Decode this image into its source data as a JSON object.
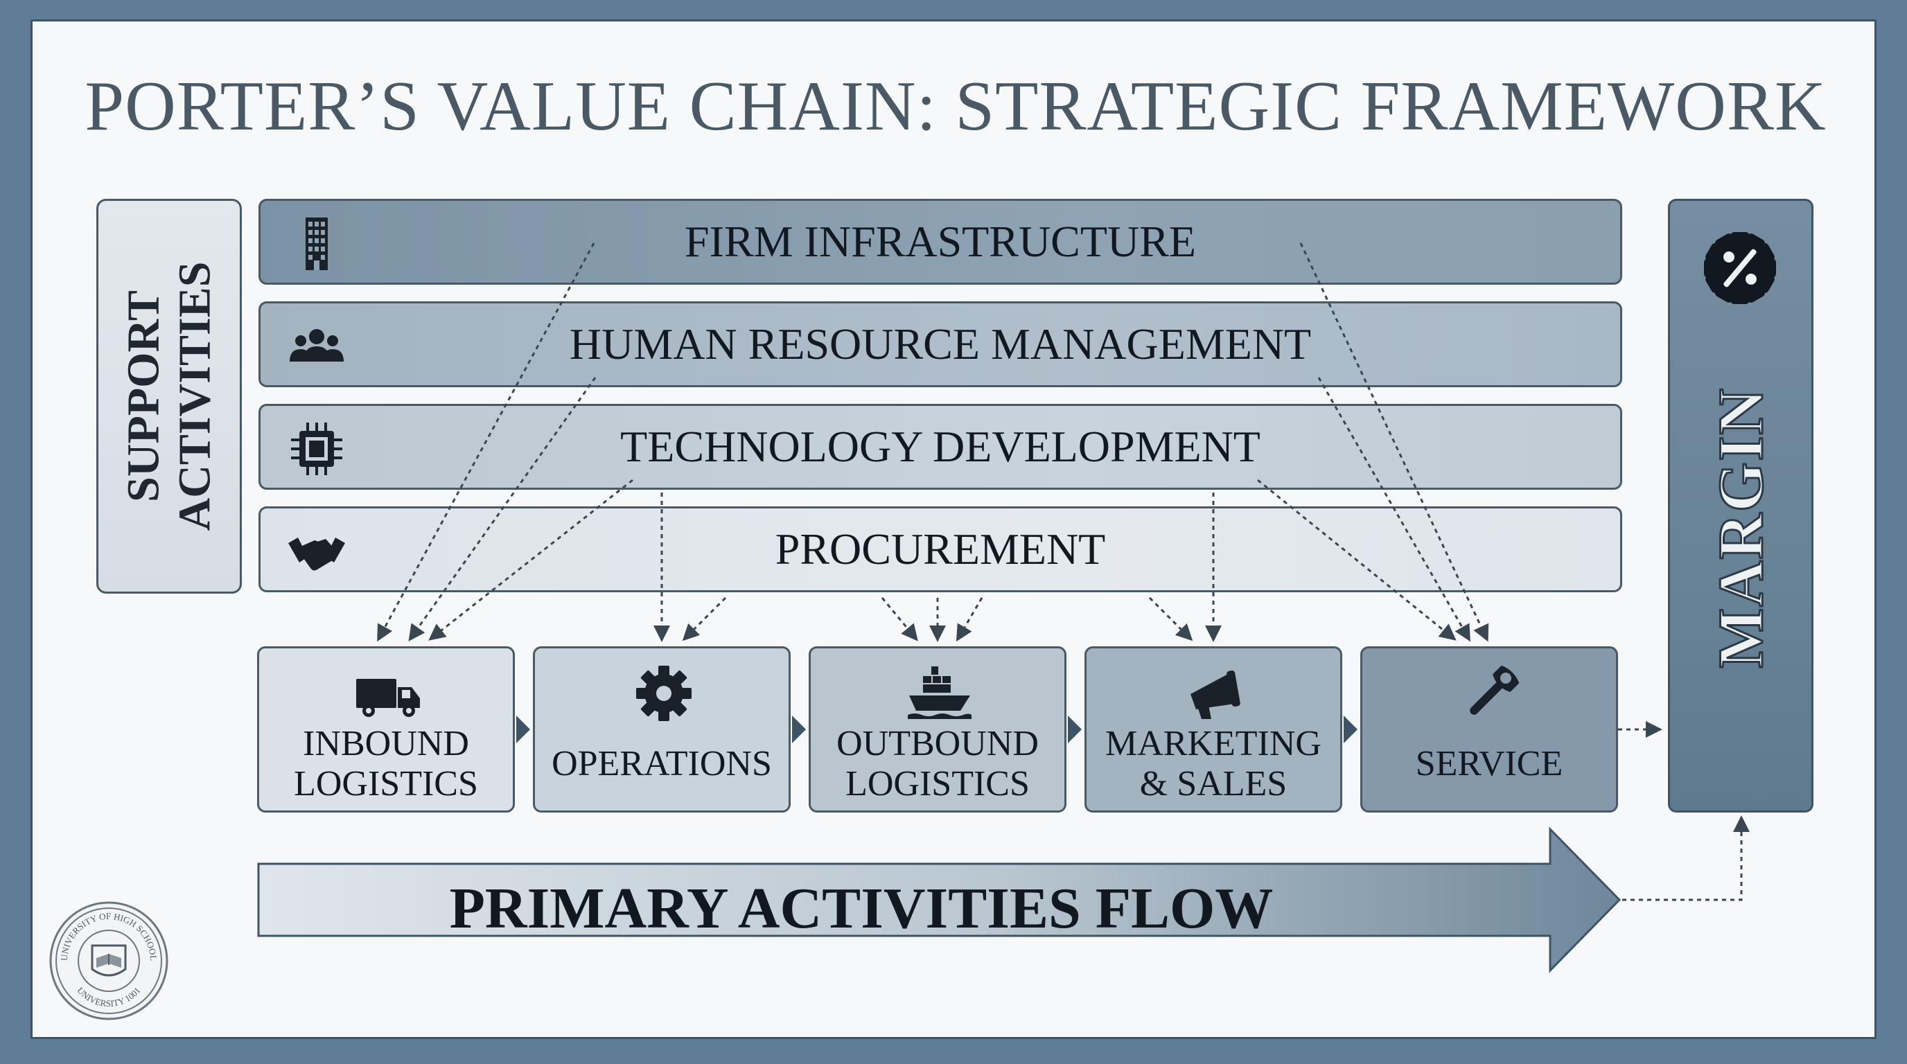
{
  "title": "PORTER’S VALUE CHAIN: STRATEGIC FRAMEWORK",
  "support": {
    "line1": "SUPPORT",
    "line2": "ACTIVITIES"
  },
  "support_bars": [
    {
      "label": "FIRM INFRASTRUCTURE",
      "icon": "building-icon"
    },
    {
      "label": "HUMAN RESOURCE MANAGEMENT",
      "icon": "people-icon"
    },
    {
      "label": "TECHNOLOGY DEVELOPMENT",
      "icon": "chip-icon"
    },
    {
      "label": "PROCUREMENT",
      "icon": "handshake-icon"
    }
  ],
  "primary": [
    {
      "line1": "INBOUND",
      "line2": "LOGISTICS",
      "icon": "truck-icon"
    },
    {
      "line1": "OPERATIONS",
      "line2": "",
      "icon": "gear-icon"
    },
    {
      "line1": "OUTBOUND",
      "line2": "LOGISTICS",
      "icon": "ship-icon"
    },
    {
      "line1": "MARKETING",
      "line2": "& SALES",
      "icon": "megaphone-icon"
    },
    {
      "line1": "SERVICE",
      "line2": "",
      "icon": "wrench-icon"
    }
  ],
  "margin": {
    "label": "MARGIN",
    "icon": "percent-badge-icon"
  },
  "flow": {
    "label": "PRIMARY ACTIVITIES FLOW"
  },
  "seal": {
    "text": "UNIVERSITY OF HIGH SCHOOL UNIVERSITY 1001"
  },
  "colors": {
    "frame_bg": "#5f7d96",
    "panel_bg": "#f7f8f9",
    "text_dark": "#111820",
    "title_gray": "#4a5966",
    "margin_fill": "#6b8599"
  }
}
